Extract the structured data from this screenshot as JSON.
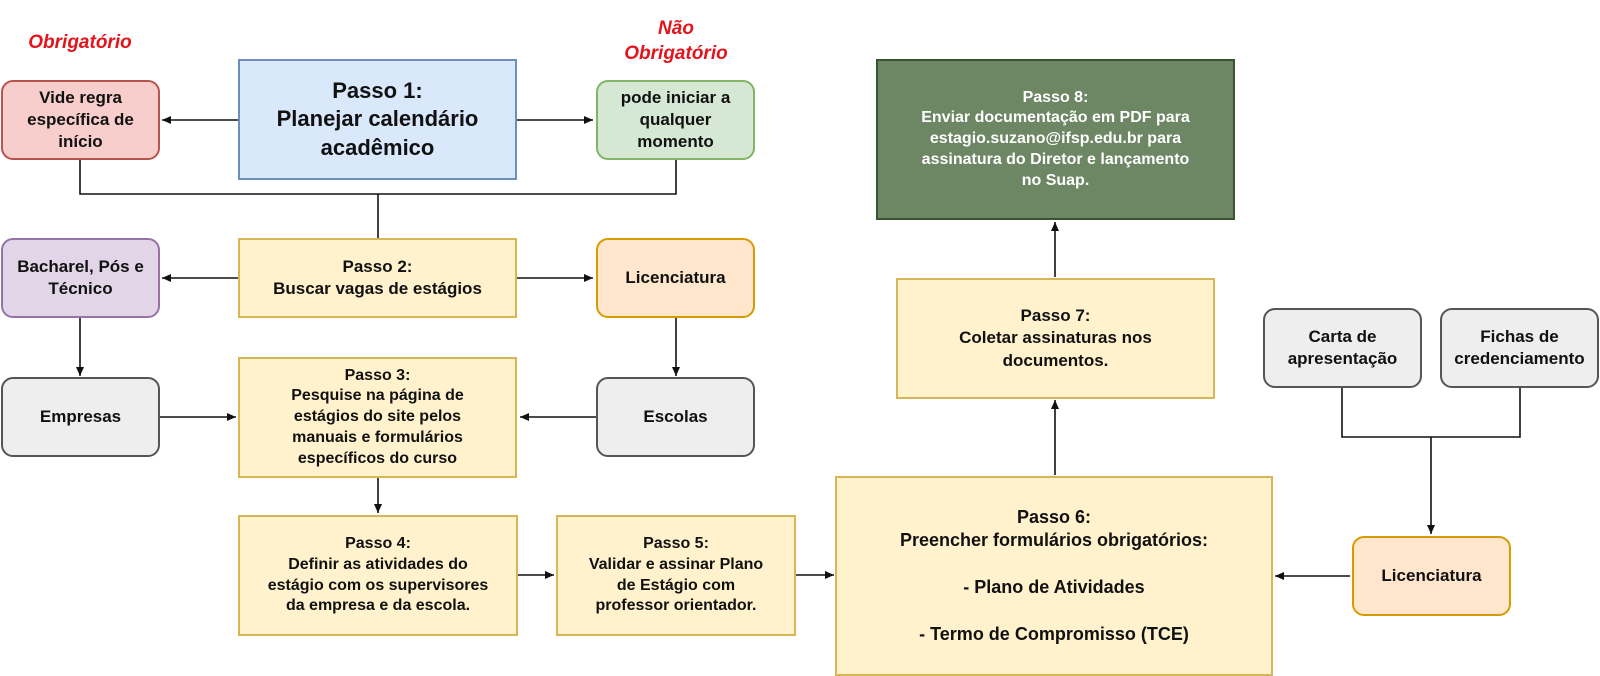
{
  "labels": {
    "obrigatorio": "Obrigatório",
    "nao_obrigatorio": "Não\nObrigatório"
  },
  "nodes": {
    "passo1": "Passo 1:\nPlanejar calendário\nacadêmico",
    "vide_regra": "Vide regra\nespecífica de\ninício",
    "pode_iniciar": "pode iniciar a\nqualquer\nmomento",
    "passo2": "Passo 2:\nBuscar vagas de estágios",
    "bacharel": "Bacharel, Pós e\nTécnico",
    "licenciatura_top": "Licenciatura",
    "empresas": "Empresas",
    "escolas": "Escolas",
    "passo3": "Passo 3:\nPesquise na página de\nestágios do site pelos\nmanuais e formulários\nespecíficos do curso",
    "passo4": "Passo 4:\nDefinir as atividades do\nestágio com os supervisores\nda empresa e da escola.",
    "passo5": "Passo 5:\nValidar e assinar Plano\nde Estágio com\nprofessor orientador.",
    "passo6": "Passo 6:\nPreencher formulários obrigatórios:\n\n- Plano de Atividades\n\n- Termo de Compromisso (TCE)",
    "passo7": "Passo 7:\nColetar assinaturas nos\ndocumentos.",
    "passo8": "Passo 8:\nEnviar documentação em PDF para\nestagio.suzano@ifsp.edu.br para\nassinatura do Diretor e lançamento\nno Suap.",
    "carta": "Carta de\napresentação",
    "fichas": "Fichas de\ncredenciamento",
    "licenciatura_bottom": "Licenciatura"
  },
  "colors": {
    "blue": "#dae8fc",
    "yellow": "#fff2cc",
    "red": "#f8cecc",
    "green": "#d5e8d4",
    "purple": "#e1d5e7",
    "orange": "#ffe6cc",
    "gray": "#eeeeee",
    "dark_green": "#6d8764",
    "label_red": "#e3141b"
  }
}
